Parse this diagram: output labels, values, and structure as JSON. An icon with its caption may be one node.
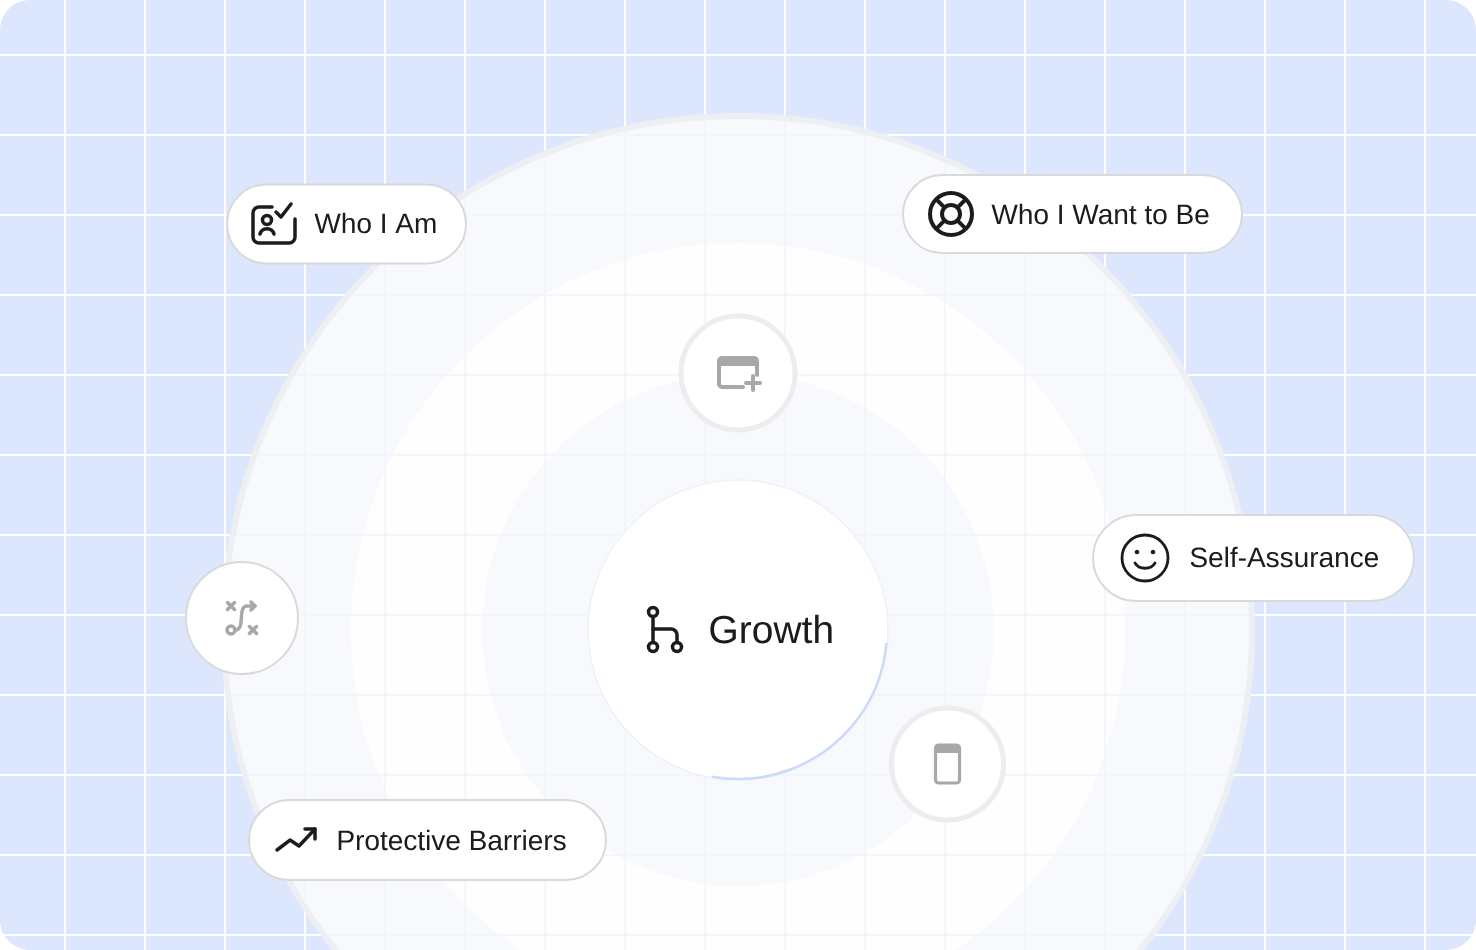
{
  "diagram": {
    "nodes": [
      {
        "text": [
          "Who I Am"
        ]
      },
      {
        "text": [
          "Who I Want to Be"
        ]
      },
      {
        "text": [],
        "shape": "circle"
      },
      {
        "text": [
          "Self-Assurance"
        ]
      },
      {
        "text": [],
        "shape": "circle"
      },
      {
        "text": [
          "Growth"
        ]
      },
      {
        "text": [],
        "shape": "circle"
      },
      {
        "text": [
          "Protective Barriers"
        ]
      }
    ]
  }
}
